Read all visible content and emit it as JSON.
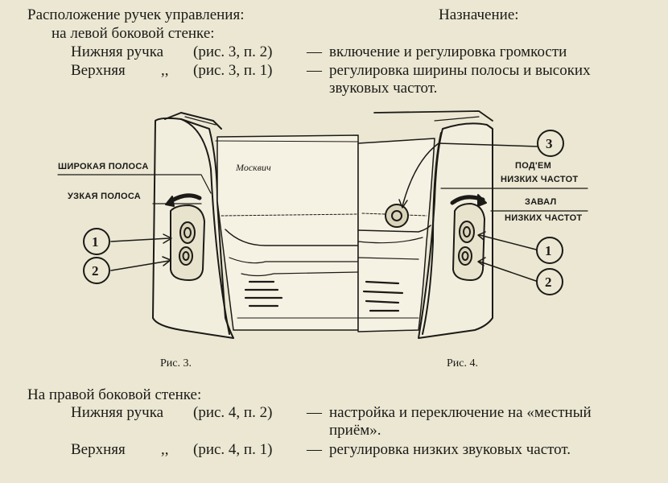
{
  "top": {
    "heading_left": "Расположение ручек управления:",
    "heading_right": "Назначение:",
    "left_wall": "на левой боковой стенке:",
    "row1_name": "Нижняя ручка",
    "row1_ref": "(рис. 3, п. 2)",
    "row1_dash": "—",
    "row1_purpose": "включение и регулировка громкости",
    "row2_name": "Верхняя",
    "row2_ditto": ",,",
    "row2_ref": "(рис. 3, п. 1)",
    "row2_dash": "—",
    "row2_purpose_1": "регулировка ширины полосы и высоких",
    "row2_purpose_2": "звуковых частот."
  },
  "fig3": {
    "caption": "Рис. 3.",
    "label_wide": "ШИРОКАЯ ПОЛОСА",
    "label_narrow": "УЗКАЯ ПОЛОСА",
    "script_logo": "Москвич",
    "callout_1": "1",
    "callout_2": "2"
  },
  "fig4": {
    "caption": "Рис. 4.",
    "label_boost_1": "ПОД'ЕМ",
    "label_boost_2": "НИЗКИХ ЧАСТОТ",
    "label_cut_1": "ЗАВАЛ",
    "label_cut_2": "НИЗКИХ ЧАСТОТ",
    "callout_1": "1",
    "callout_2": "2",
    "callout_3": "3"
  },
  "bottom": {
    "right_wall": "На правой боковой стенке:",
    "row1_name": "Нижняя ручка",
    "row1_ref": "(рис. 4, п. 2)",
    "row1_dash": "—",
    "row1_purpose_1": "настройка и переключение на «местный",
    "row1_purpose_2": "приём».",
    "row2_name": "Верхняя",
    "row2_ditto": ",,",
    "row2_ref": "(рис. 4, п. 1)",
    "row2_dash": "—",
    "row2_purpose": "регулировка низких звуковых частот."
  },
  "colors": {
    "paper": "#ebe7d3",
    "ink": "#1b1a16"
  }
}
